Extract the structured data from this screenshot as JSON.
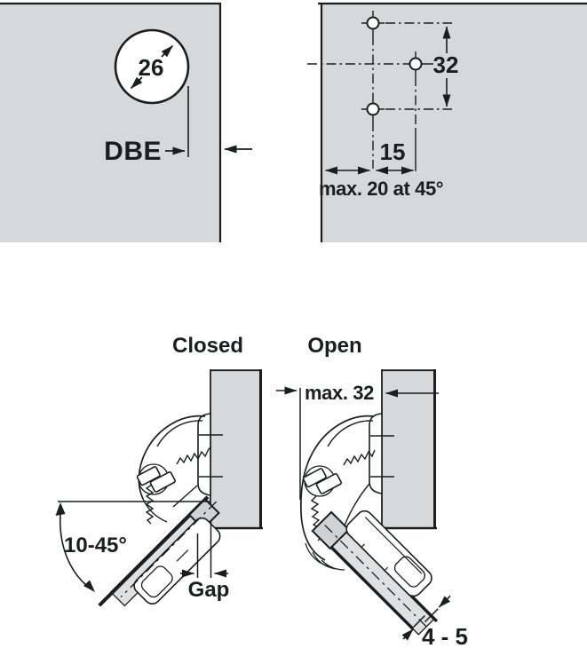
{
  "colors": {
    "background": "#ffffff",
    "panel_fill": "#d6d8da",
    "door_fill": "#dee0e2",
    "cup_fill": "#d0d3d6",
    "line": "#1b1d1f"
  },
  "top_left": {
    "hole_diameter": "26",
    "edge_distance_label": "DBE"
  },
  "top_right": {
    "hole_spacing_vertical": "32",
    "hole_spacing_horizontal": "15",
    "note": "max. 20 at 45°"
  },
  "closed_view": {
    "title": "Closed",
    "opening_angle": "10-45°",
    "gap_label": "Gap"
  },
  "open_view": {
    "title": "Open",
    "mounting_depth": "max. 32",
    "door_thickness": "4 - 5"
  }
}
